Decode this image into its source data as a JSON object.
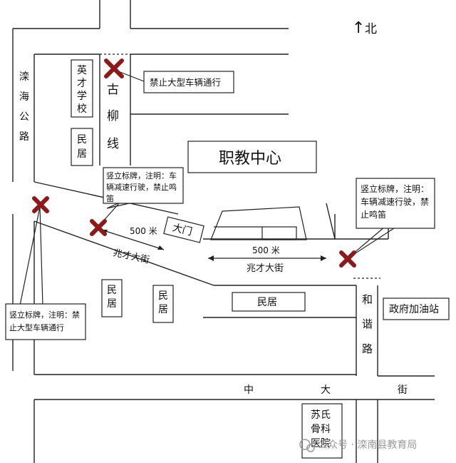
{
  "compass": {
    "arrow": "↑",
    "label": "北"
  },
  "roads": {
    "luanhai": [
      "滦",
      "海",
      "公",
      "路"
    ],
    "guliu": [
      "古",
      "柳",
      "线"
    ],
    "zhaocai_left": "兆才大街",
    "zhaocai_right": "兆才大街",
    "hexie": [
      "和",
      "谐",
      "路"
    ],
    "zhongda": [
      "中",
      "大",
      "街"
    ]
  },
  "buildings": {
    "school": [
      "英",
      "才",
      "学",
      "校"
    ],
    "minju_top": [
      "民",
      "居"
    ],
    "vocational_center": "职教中心",
    "gate": "大门",
    "minju_mid_left": [
      "民",
      "居"
    ],
    "minju_mid_right": [
      "民",
      "居"
    ],
    "minju_center": "民居",
    "gas_station": "政府加油站",
    "hospital": [
      "苏氏",
      "骨科",
      "医院"
    ]
  },
  "callouts": {
    "top_ban": "禁止大型车辆通行",
    "left_sign": [
      "竖立标牌，注明：禁",
      "止大型车辆通行"
    ],
    "mid_sign": [
      "竖立标牌，注明：车",
      "辆减速行驶，禁止鸣",
      "笛"
    ],
    "right_sign": [
      "竖立标牌，注明：",
      "车辆减速行驶，禁",
      "止鸣笛"
    ]
  },
  "distances": {
    "left": "500 米",
    "right": "500 米"
  },
  "watermark": "公众号 · 滦南县教育局"
}
